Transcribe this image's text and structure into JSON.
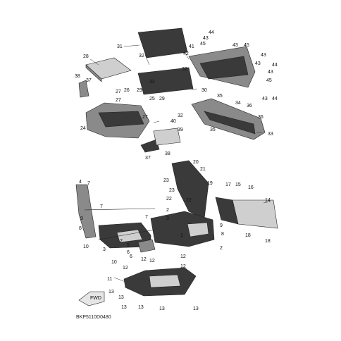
{
  "diagram": {
    "code": "BKP5110D0480",
    "front_arrow": "FWD",
    "callouts": [
      {
        "id": "c31a",
        "n": "31"
      },
      {
        "id": "c28",
        "n": "28"
      },
      {
        "id": "c32a",
        "n": "32"
      },
      {
        "id": "c42",
        "n": "42"
      },
      {
        "id": "c41",
        "n": "41"
      },
      {
        "id": "c44a",
        "n": "44"
      },
      {
        "id": "c43a",
        "n": "43"
      },
      {
        "id": "c45a",
        "n": "45"
      },
      {
        "id": "c43b",
        "n": "43"
      },
      {
        "id": "c45b",
        "n": "45"
      },
      {
        "id": "c43c",
        "n": "43"
      },
      {
        "id": "c44b",
        "n": "44"
      },
      {
        "id": "c43d",
        "n": "43"
      },
      {
        "id": "c43e",
        "n": "43"
      },
      {
        "id": "c38a",
        "n": "38"
      },
      {
        "id": "c37a",
        "n": "37"
      },
      {
        "id": "c32b",
        "n": "32"
      },
      {
        "id": "c32c",
        "n": "32"
      },
      {
        "id": "c29a",
        "n": "29"
      },
      {
        "id": "c27a",
        "n": "27"
      },
      {
        "id": "c26",
        "n": "26"
      },
      {
        "id": "c30",
        "n": "30"
      },
      {
        "id": "c27b",
        "n": "27"
      },
      {
        "id": "c29b",
        "n": "29"
      },
      {
        "id": "c25",
        "n": "25"
      },
      {
        "id": "c35a",
        "n": "35"
      },
      {
        "id": "c34",
        "n": "34"
      },
      {
        "id": "c36a",
        "n": "36"
      },
      {
        "id": "c36b",
        "n": "36"
      },
      {
        "id": "c45c",
        "n": "45"
      },
      {
        "id": "c43f",
        "n": "43"
      },
      {
        "id": "c44c",
        "n": "44"
      },
      {
        "id": "c35b",
        "n": "35"
      },
      {
        "id": "c33",
        "n": "33"
      },
      {
        "id": "c32d",
        "n": "32"
      },
      {
        "id": "c27c",
        "n": "27"
      },
      {
        "id": "c24",
        "n": "24"
      },
      {
        "id": "c40",
        "n": "40"
      },
      {
        "id": "c39",
        "n": "39"
      },
      {
        "id": "c38b",
        "n": "38"
      },
      {
        "id": "c37b",
        "n": "37"
      },
      {
        "id": "c20",
        "n": "20"
      },
      {
        "id": "c21",
        "n": "21"
      },
      {
        "id": "c19",
        "n": "19"
      },
      {
        "id": "c23a",
        "n": "23"
      },
      {
        "id": "c22a",
        "n": "22"
      },
      {
        "id": "c23b",
        "n": "23"
      },
      {
        "id": "c22b",
        "n": "22"
      },
      {
        "id": "c17",
        "n": "17"
      },
      {
        "id": "c15",
        "n": "15"
      },
      {
        "id": "c16",
        "n": "16"
      },
      {
        "id": "c14",
        "n": "14"
      },
      {
        "id": "c18a",
        "n": "18"
      },
      {
        "id": "c18b",
        "n": "18"
      },
      {
        "id": "c4",
        "n": "4"
      },
      {
        "id": "c7a",
        "n": "7"
      },
      {
        "id": "c7b",
        "n": "7"
      },
      {
        "id": "c7c",
        "n": "7"
      },
      {
        "id": "c2a",
        "n": "2"
      },
      {
        "id": "c3a",
        "n": "3"
      },
      {
        "id": "c9a",
        "n": "9"
      },
      {
        "id": "c8a",
        "n": "8"
      },
      {
        "id": "c9b",
        "n": "9"
      },
      {
        "id": "c8b",
        "n": "8"
      },
      {
        "id": "c1",
        "n": "1"
      },
      {
        "id": "c2b",
        "n": "2"
      },
      {
        "id": "c10a",
        "n": "10"
      },
      {
        "id": "c3b",
        "n": "3"
      },
      {
        "id": "c5",
        "n": "5"
      },
      {
        "id": "c6a",
        "n": "6"
      },
      {
        "id": "c6b",
        "n": "6"
      },
      {
        "id": "c10b",
        "n": "10"
      },
      {
        "id": "c2c",
        "n": "2"
      },
      {
        "id": "c12a",
        "n": "12"
      },
      {
        "id": "c12b",
        "n": "12"
      },
      {
        "id": "c12c",
        "n": "12"
      },
      {
        "id": "c12d",
        "n": "12"
      },
      {
        "id": "c12e",
        "n": "12"
      },
      {
        "id": "c11",
        "n": "11"
      },
      {
        "id": "c13a",
        "n": "13"
      },
      {
        "id": "c13b",
        "n": "13"
      },
      {
        "id": "c13c",
        "n": "13"
      },
      {
        "id": "c13d",
        "n": "13"
      },
      {
        "id": "c13e",
        "n": "13"
      },
      {
        "id": "c13f",
        "n": "13"
      }
    ]
  }
}
